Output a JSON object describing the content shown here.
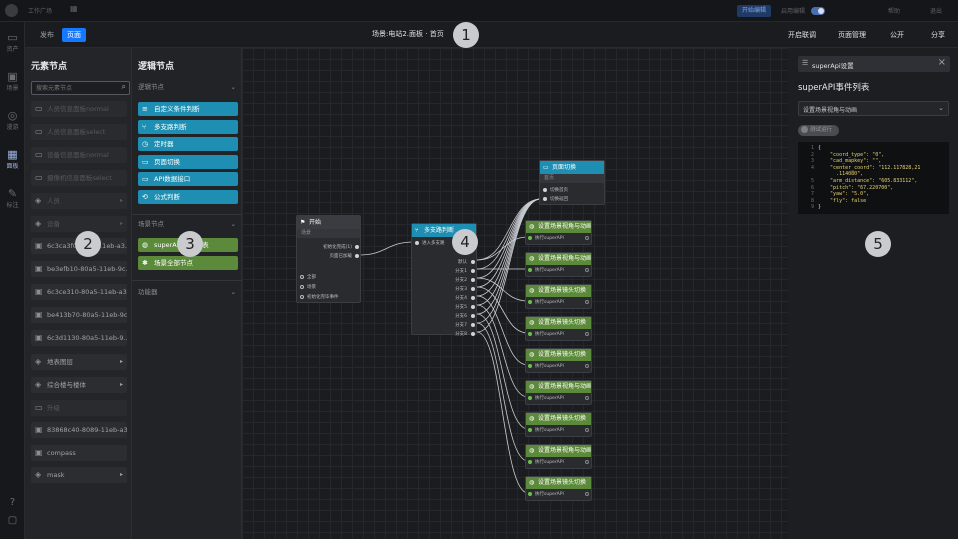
{
  "topbar": {
    "left_label": "工作广场",
    "home_icon": "grid-icon",
    "right_btn": "开始编辑",
    "toggle_label": "启用编辑",
    "right_items": [
      "帮助",
      "退出"
    ]
  },
  "rail": [
    {
      "icon": "folder-icon",
      "glyph": "▭",
      "label": "资产"
    },
    {
      "icon": "image-icon",
      "glyph": "▣",
      "label": "场景"
    },
    {
      "icon": "compass-icon",
      "glyph": "◎",
      "label": "漫游"
    },
    {
      "icon": "grid-icon",
      "glyph": "▦",
      "label": "面板"
    },
    {
      "icon": "edit-icon",
      "glyph": "✎",
      "label": "标注"
    }
  ],
  "rail_bottom": [
    "?",
    "▢"
  ],
  "header": {
    "tab_publish": "发布",
    "tab_page": "页面",
    "title": "场景:电站2.面板 · 首页",
    "actions": [
      "开启联调",
      "页面管理",
      "公开",
      "分享"
    ]
  },
  "elements_panel": {
    "title": "元素节点",
    "search_placeholder": "搜索元素节点",
    "items": [
      {
        "label": "人员信息面板normal",
        "icon": "▭",
        "dim": true,
        "arrow": ""
      },
      {
        "label": "人员信息面板select",
        "icon": "▭",
        "dim": true,
        "arrow": ""
      },
      {
        "label": "设备信息面板normal",
        "icon": "▭",
        "dim": true,
        "arrow": ""
      },
      {
        "label": "摄像机信息面板select",
        "icon": "▭",
        "dim": true,
        "arrow": ""
      },
      {
        "label": "人员",
        "icon": "◈",
        "dim": true,
        "arrow": "▸"
      },
      {
        "label": "设备",
        "icon": "◈",
        "dim": true,
        "arrow": "▸"
      },
      {
        "label": "6c3ca3f0-80a5-11eb-a3...",
        "icon": "▣",
        "dim": false,
        "arrow": ""
      },
      {
        "label": "be3efb10-80a5-11eb-9c...",
        "icon": "▣",
        "dim": false,
        "arrow": ""
      },
      {
        "label": "6c3ce310-80a5-11eb-a3...",
        "icon": "▣",
        "dim": false,
        "arrow": ""
      },
      {
        "label": "be413b70-80a5-11eb-9c...",
        "icon": "▣",
        "dim": false,
        "arrow": ""
      },
      {
        "label": "6c3d1130-80a5-11eb-9...",
        "icon": "▣",
        "dim": false,
        "arrow": ""
      },
      {
        "label": "地表图层",
        "icon": "◈",
        "dim": false,
        "arrow": "▸"
      },
      {
        "label": "综合楼与楼体",
        "icon": "◈",
        "dim": false,
        "arrow": "▸"
      },
      {
        "label": "升级",
        "icon": "▭",
        "dim": true,
        "arrow": ""
      },
      {
        "label": "83868c40-8089-11eb-a3...",
        "icon": "▣",
        "dim": false,
        "arrow": ""
      },
      {
        "label": "compass",
        "icon": "▣",
        "dim": false,
        "arrow": ""
      },
      {
        "label": "mask",
        "icon": "◈",
        "dim": false,
        "arrow": "▸"
      }
    ]
  },
  "logic_panel": {
    "title": "逻辑节点",
    "section1": "逻辑节点",
    "teal_items": [
      {
        "label": "自定义条件判断",
        "icon": "≡"
      },
      {
        "label": "多支路判断",
        "icon": "⑂"
      },
      {
        "label": "定时器",
        "icon": "◷"
      },
      {
        "label": "页面切换",
        "icon": "▭"
      },
      {
        "label": "API数据接口",
        "icon": "▭"
      },
      {
        "label": "公式判断",
        "icon": "⟲"
      }
    ],
    "section2": "场景节点",
    "green_items": [
      {
        "label": "superAPI事件列表",
        "icon": "◍"
      },
      {
        "label": "场景全部节点",
        "icon": "✱"
      }
    ],
    "section3": "功能器"
  },
  "canvas": {
    "node_start": {
      "title": "开始",
      "sub": "场景",
      "out1": "初始化完成(1)",
      "out2": "页面已加载",
      "ins": [
        "全部",
        "场景",
        "初始化完毕事件"
      ]
    },
    "node_switch": {
      "title": "多支路判断",
      "sub": "进入多支路",
      "outs": [
        "默认",
        "分支1",
        "分支2",
        "分支3",
        "分支4",
        "分支5",
        "分支6",
        "分支7",
        "分支8"
      ]
    },
    "node_page": {
      "title": "页面切换",
      "sub": "首页",
      "ins": [
        "切换首页",
        "切换返回"
      ]
    },
    "green_nodes": [
      {
        "title": "设置场景视角与动画",
        "pin": "执行superAPI"
      },
      {
        "title": "设置场景视角与动画",
        "pin": "执行superAPI"
      },
      {
        "title": "设置场景镜头切换",
        "pin": "执行superAPI"
      },
      {
        "title": "设置场景镜头切换",
        "pin": "执行superAPI"
      },
      {
        "title": "设置场景镜头切换",
        "pin": "执行superAPI"
      },
      {
        "title": "设置场景视角与动画",
        "pin": "执行superAPI"
      },
      {
        "title": "设置场景镜头切换",
        "pin": "执行superAPI"
      },
      {
        "title": "设置场景视角与动画",
        "pin": "执行superAPI"
      },
      {
        "title": "设置场景镜头切换",
        "pin": "执行superAPI"
      }
    ]
  },
  "right_panel": {
    "tab_label": "superApi设置",
    "heading": "superAPI事件列表",
    "select_value": "设置场景视角与动画",
    "run_button": "测试运行",
    "code_lines": [
      {
        "n": "1",
        "t": "{"
      },
      {
        "n": "2",
        "t": "    \"coord_type\": \"0\","
      },
      {
        "n": "3",
        "t": "    \"cad_mapkey\": \"\","
      },
      {
        "n": "4",
        "t": "    \"center_coord\": \"112.117828,21"
      },
      {
        "n": "",
        "t": "      .114080\","
      },
      {
        "n": "5",
        "t": "    \"arm_distance\": \"605.833112\","
      },
      {
        "n": "6",
        "t": "    \"pitch\": \"67.220700\","
      },
      {
        "n": "7",
        "t": "    \"yaw\": \"5.0\","
      },
      {
        "n": "8",
        "t": "    \"fly\": false"
      },
      {
        "n": "9",
        "t": "}"
      }
    ]
  },
  "badges": [
    "1",
    "2",
    "3",
    "4",
    "5"
  ],
  "colors": {
    "teal": "#1e8fb2",
    "green": "#5b8a3a",
    "accent_blue": "#1677ff"
  }
}
